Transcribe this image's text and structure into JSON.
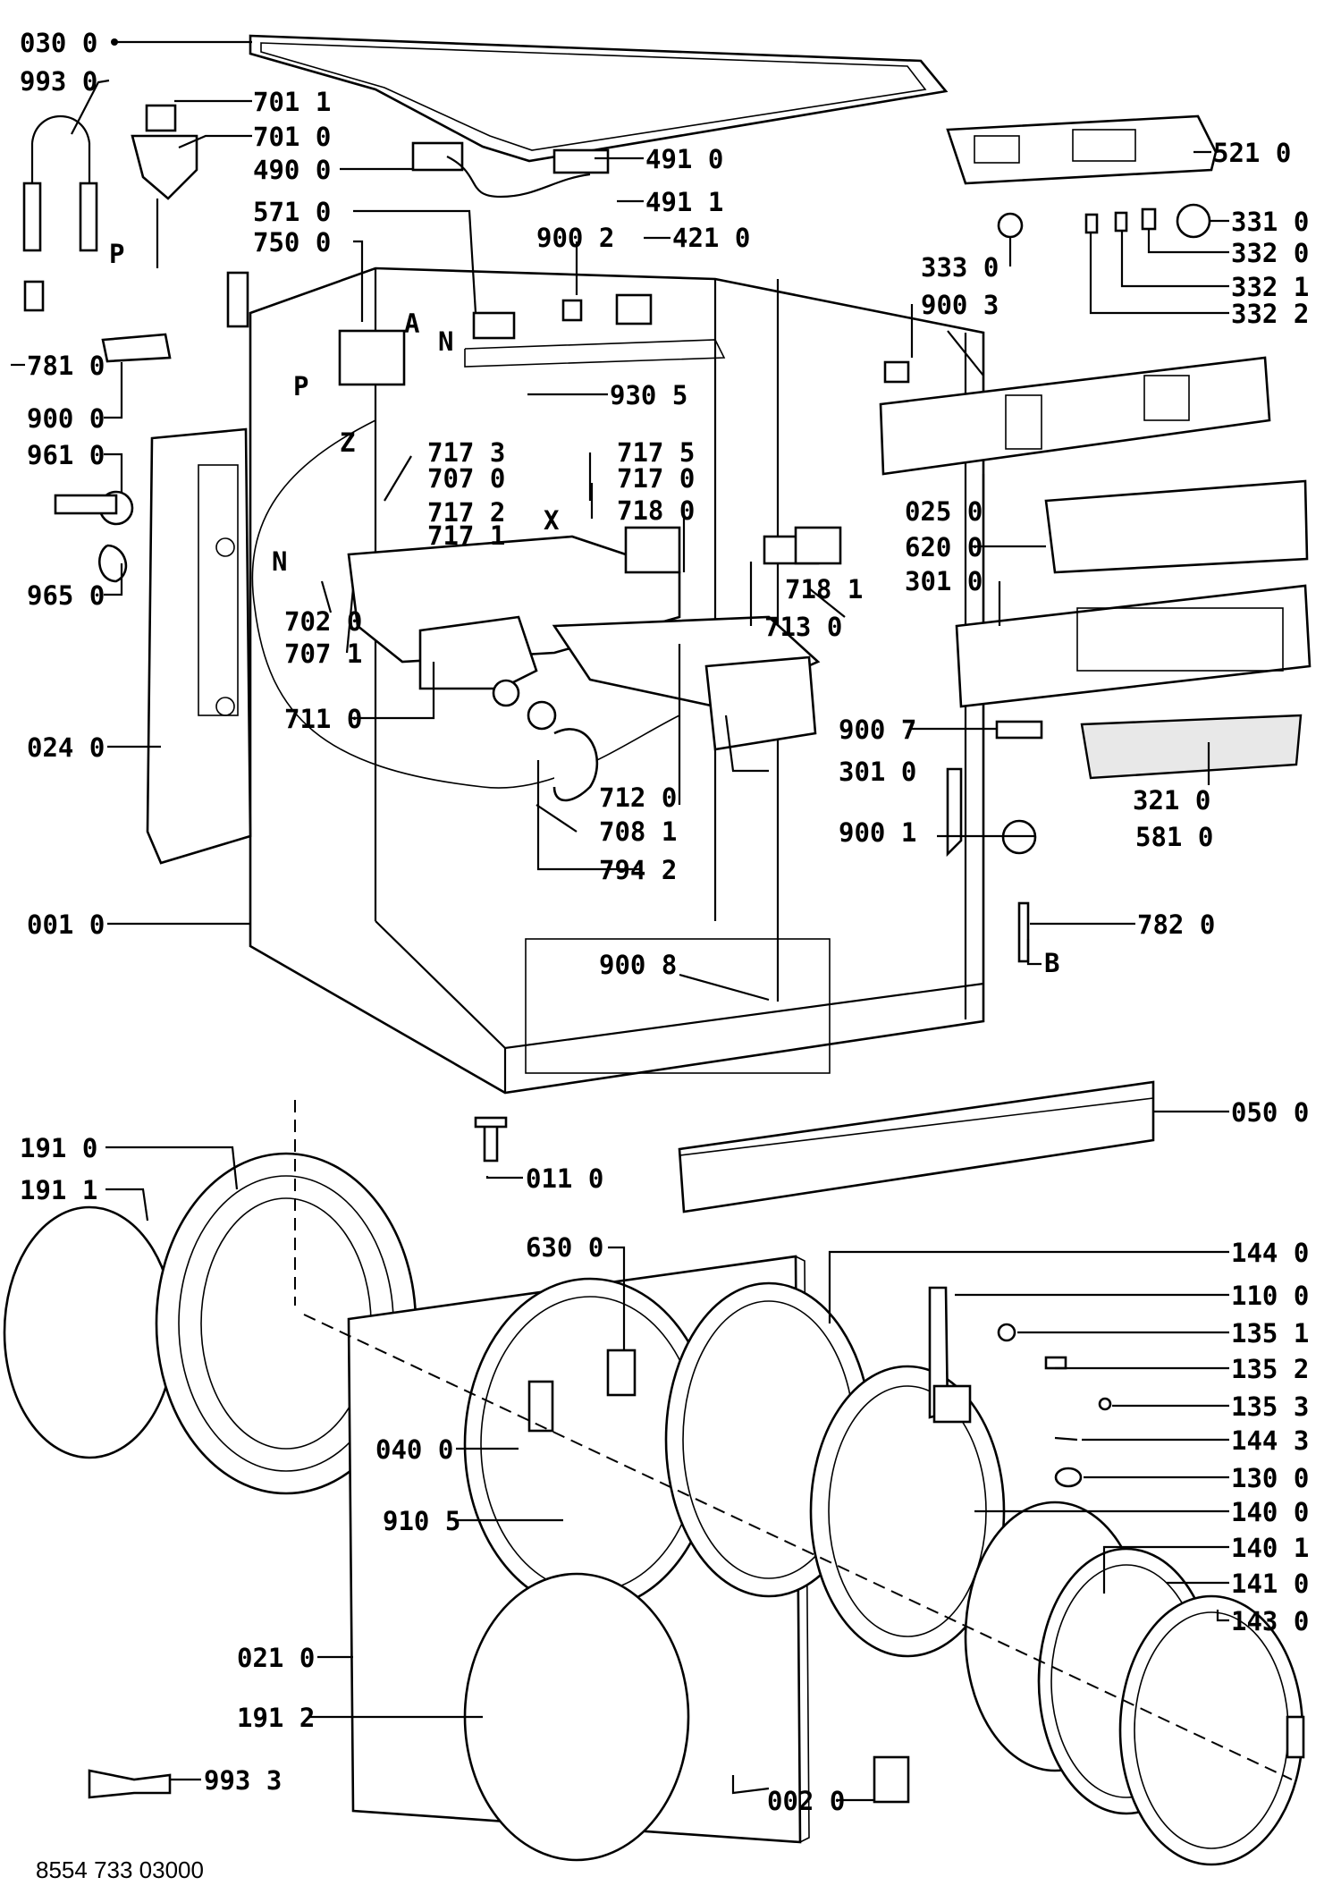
{
  "document_ref": "8554 733 03000",
  "letter_marks": [
    "P",
    "A",
    "N",
    "Z",
    "X",
    "B"
  ],
  "parts": [
    {
      "id": "p0300",
      "code": "030 0"
    },
    {
      "id": "p9930",
      "code": "993 0"
    },
    {
      "id": "p7011",
      "code": "701 1"
    },
    {
      "id": "p7010",
      "code": "701 0"
    },
    {
      "id": "p4900",
      "code": "490 0"
    },
    {
      "id": "p5710",
      "code": "571 0"
    },
    {
      "id": "p7500",
      "code": "750 0"
    },
    {
      "id": "p4910",
      "code": "491 0"
    },
    {
      "id": "p4911",
      "code": "491 1"
    },
    {
      "id": "p9002",
      "code": "900 2"
    },
    {
      "id": "p4210",
      "code": "421 0"
    },
    {
      "id": "p5210",
      "code": "521 0"
    },
    {
      "id": "p3310",
      "code": "331 0"
    },
    {
      "id": "p3320",
      "code": "332 0"
    },
    {
      "id": "p3321",
      "code": "332 1"
    },
    {
      "id": "p3322",
      "code": "332 2"
    },
    {
      "id": "p3330",
      "code": "333 0"
    },
    {
      "id": "p9003",
      "code": "900 3"
    },
    {
      "id": "p7810",
      "code": "781 0"
    },
    {
      "id": "p9000",
      "code": "900 0"
    },
    {
      "id": "p9305",
      "code": "930 5"
    },
    {
      "id": "p9610",
      "code": "961 0"
    },
    {
      "id": "p7173",
      "code": "717 3"
    },
    {
      "id": "p7070",
      "code": "707 0"
    },
    {
      "id": "p7175",
      "code": "717 5"
    },
    {
      "id": "p7170",
      "code": "717 0"
    },
    {
      "id": "p7172",
      "code": "717 2"
    },
    {
      "id": "p7171",
      "code": "717 1"
    },
    {
      "id": "p7180",
      "code": "718 0"
    },
    {
      "id": "p0250",
      "code": "025 0"
    },
    {
      "id": "p6200",
      "code": "620 0"
    },
    {
      "id": "p9650",
      "code": "965 0"
    },
    {
      "id": "p7181",
      "code": "718 1"
    },
    {
      "id": "p3010a",
      "code": "301 0"
    },
    {
      "id": "p7020",
      "code": "702 0"
    },
    {
      "id": "p7130",
      "code": "713 0"
    },
    {
      "id": "p7071",
      "code": "707 1"
    },
    {
      "id": "p7110",
      "code": "711 0"
    },
    {
      "id": "p9007",
      "code": "900 7"
    },
    {
      "id": "p0240",
      "code": "024 0"
    },
    {
      "id": "p3010b",
      "code": "301 0"
    },
    {
      "id": "p3210",
      "code": "321 0"
    },
    {
      "id": "p7120",
      "code": "712 0"
    },
    {
      "id": "p7081",
      "code": "708 1"
    },
    {
      "id": "p9001",
      "code": "900 1"
    },
    {
      "id": "p5810",
      "code": "581 0"
    },
    {
      "id": "p7942",
      "code": "794 2"
    },
    {
      "id": "p0010",
      "code": "001 0"
    },
    {
      "id": "p7820",
      "code": "782 0"
    },
    {
      "id": "p9008",
      "code": "900 8"
    },
    {
      "id": "p0500",
      "code": "050 0"
    },
    {
      "id": "p1910",
      "code": "191 0"
    },
    {
      "id": "p1911",
      "code": "191 1"
    },
    {
      "id": "p0110",
      "code": "011 0"
    },
    {
      "id": "p6300",
      "code": "630 0"
    },
    {
      "id": "p1440",
      "code": "144 0"
    },
    {
      "id": "p1100",
      "code": "110 0"
    },
    {
      "id": "p1351",
      "code": "135 1"
    },
    {
      "id": "p1352",
      "code": "135 2"
    },
    {
      "id": "p1353",
      "code": "135 3"
    },
    {
      "id": "p0400",
      "code": "040 0"
    },
    {
      "id": "p1443",
      "code": "144 3"
    },
    {
      "id": "p1300",
      "code": "130 0"
    },
    {
      "id": "p9105",
      "code": "910 5"
    },
    {
      "id": "p1400",
      "code": "140 0"
    },
    {
      "id": "p1401",
      "code": "140 1"
    },
    {
      "id": "p1410",
      "code": "141 0"
    },
    {
      "id": "p0210",
      "code": "021 0"
    },
    {
      "id": "p1430",
      "code": "143 0"
    },
    {
      "id": "p1912",
      "code": "191 2"
    },
    {
      "id": "p9933",
      "code": "993 3"
    },
    {
      "id": "p0020",
      "code": "002 0"
    }
  ]
}
